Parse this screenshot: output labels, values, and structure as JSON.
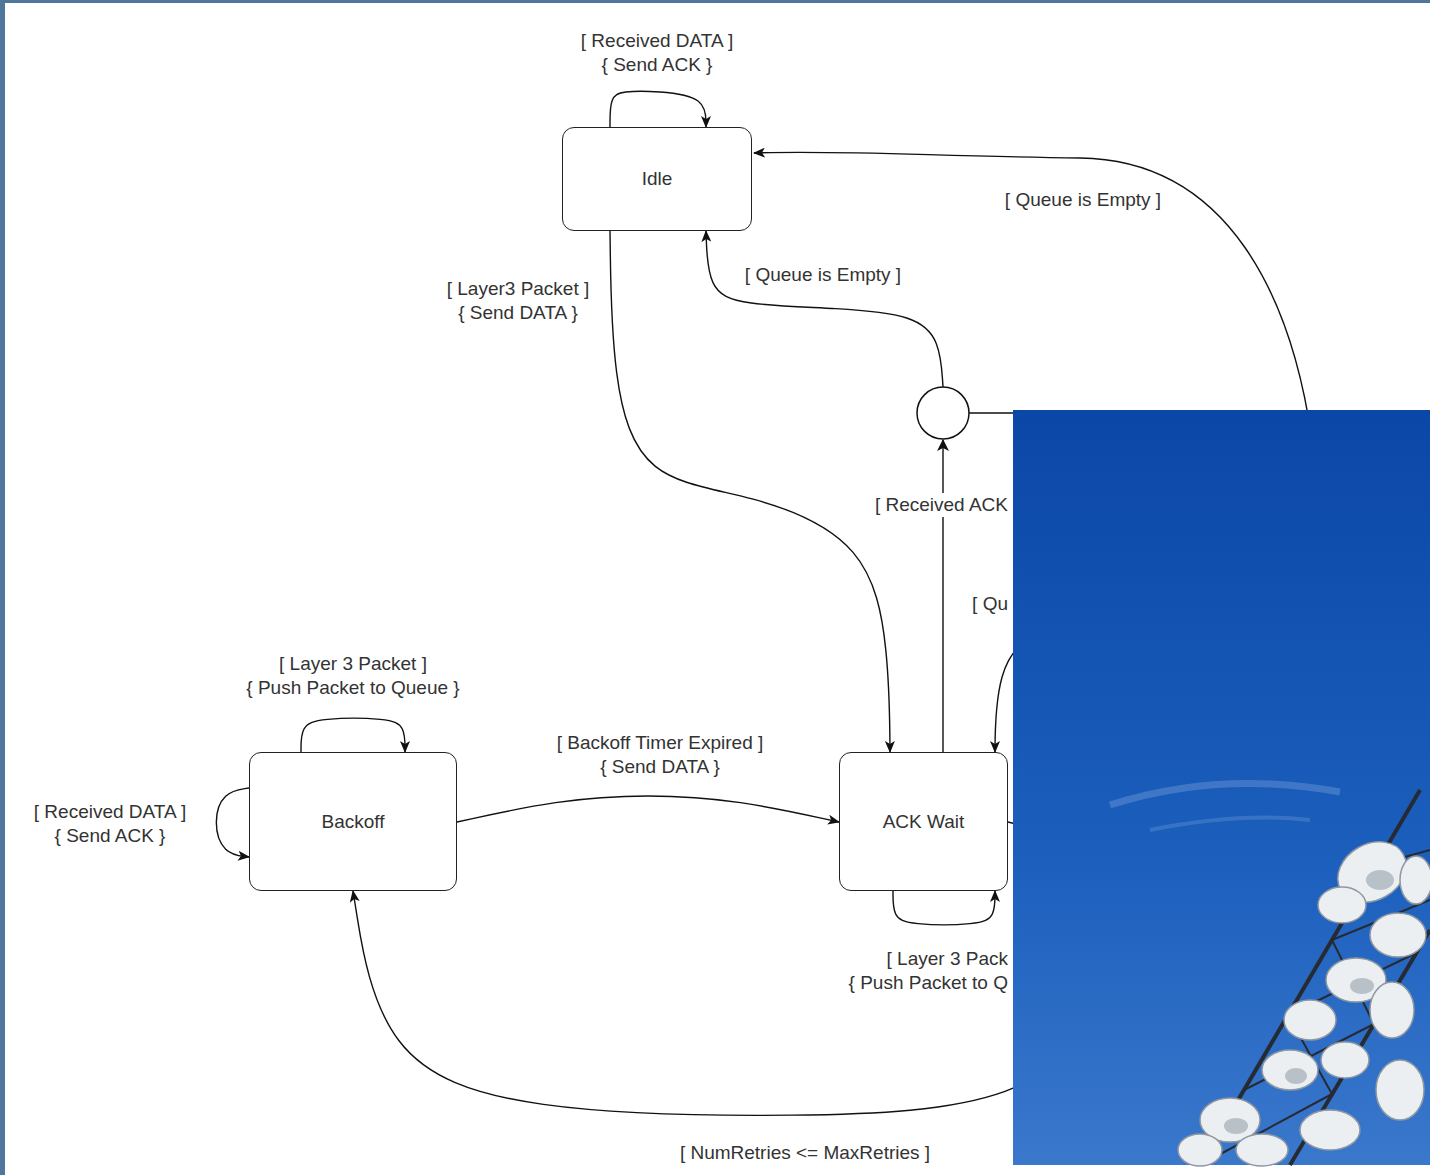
{
  "diagram": {
    "nodes": [
      {
        "text": [
          "Idle"
        ]
      },
      {
        "text": [
          "Backoff"
        ]
      },
      {
        "text": [
          "ACK Wait"
        ]
      }
    ],
    "edges": [
      {
        "from": 0,
        "to": 0,
        "arrow": "to",
        "label": "[ Received DATA ] { Send ACK }"
      },
      {
        "from": 0,
        "to": 2,
        "arrow": "to",
        "label": "[ Layer3 Packet ] { Send DATA }"
      },
      {
        "from": 2,
        "to": 0,
        "arrow": "to",
        "label": "[ Queue is Empty ]"
      },
      {
        "from": 1,
        "to": 1,
        "arrow": "to",
        "label": "[ Layer 3 Packet ] { Push Packet to Queue }"
      },
      {
        "from": 1,
        "to": 1,
        "arrow": "to",
        "label": "[ Received DATA ] { Send ACK }"
      },
      {
        "from": 1,
        "to": 2,
        "arrow": "to",
        "label": "[ Backoff Timer Expired ] { Send DATA }"
      },
      {
        "from": 2,
        "to": 2,
        "arrow": "to",
        "label": "[ Layer 3 Pack { Push Packet to Q"
      },
      {
        "from": 2,
        "to": 1,
        "arrow": "to",
        "label": "[ NumRetries <= MaxRetries ]"
      }
    ],
    "labels": [
      "[ Queue is Empty ]",
      "[ Received ACK",
      "[ Qu"
    ]
  }
}
